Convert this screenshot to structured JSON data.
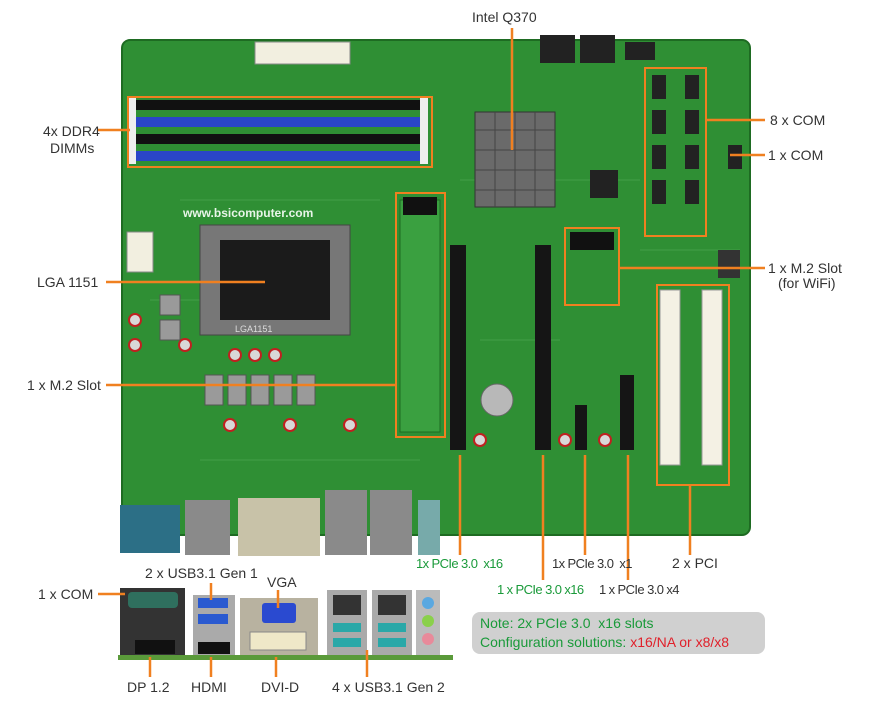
{
  "title": "Motherboard layout - Intel Q370",
  "watermark": "www.bsicomputer.com",
  "socket_marking": "LGA1151",
  "labels": {
    "chipset": "Intel Q370",
    "dimms_line1": "4x DDR4",
    "dimms_line2": "DIMMs",
    "cpu_socket": "LGA 1151",
    "m2_slot": "1 x M.2 Slot",
    "com8": "8 x COM",
    "com1_right": "1 x COM",
    "m2_wifi_line1": "1 x M.2 Slot",
    "m2_wifi_line2": "(for WiFi)",
    "pcie_x16_a": "1x PCIe 3.0  x16",
    "pcie_x16_b": "1 x PCIe 3.0 x16",
    "pcie_x1": "1x PCIe 3.0  x1",
    "pcie_x4": "1 x PCIe 3.0 x4",
    "pci": "2 x PCI"
  },
  "io_labels": {
    "com": "1 x COM",
    "usb31_gen1": "2 x USB3.1 Gen 1",
    "vga": "VGA",
    "dp": "DP 1.2",
    "hdmi": "HDMI",
    "dvi": "DVI-D",
    "usb31_gen2": "4 x USB3.1 Gen 2"
  },
  "note": {
    "line1": "Note: 2x PCIe 3.0  x16 slots",
    "line2_prefix": "Configuration solutions: ",
    "line2_highlight": "x16/NA or x8/x8"
  },
  "colors": {
    "board": "#2f8f34",
    "accent": "#f08020",
    "note_green": "#1a9a3a",
    "note_red": "#e0202a"
  }
}
